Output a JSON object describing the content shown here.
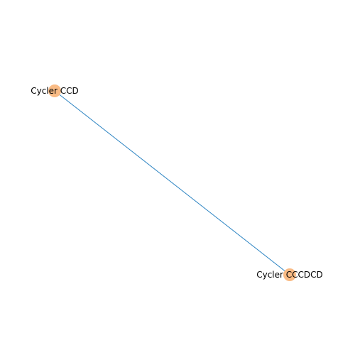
{
  "graph": {
    "nodes": [
      {
        "id": "n1",
        "label": "Cycler CCD"
      },
      {
        "id": "n2",
        "label": "Cycler CCCDCD"
      }
    ],
    "edges": [
      {
        "source": "n1",
        "target": "n2"
      }
    ]
  },
  "colors": {
    "node_fill": "#f9bb85",
    "edge_stroke": "#2b83c2",
    "label_text": "#000000",
    "background": "#ffffff"
  }
}
